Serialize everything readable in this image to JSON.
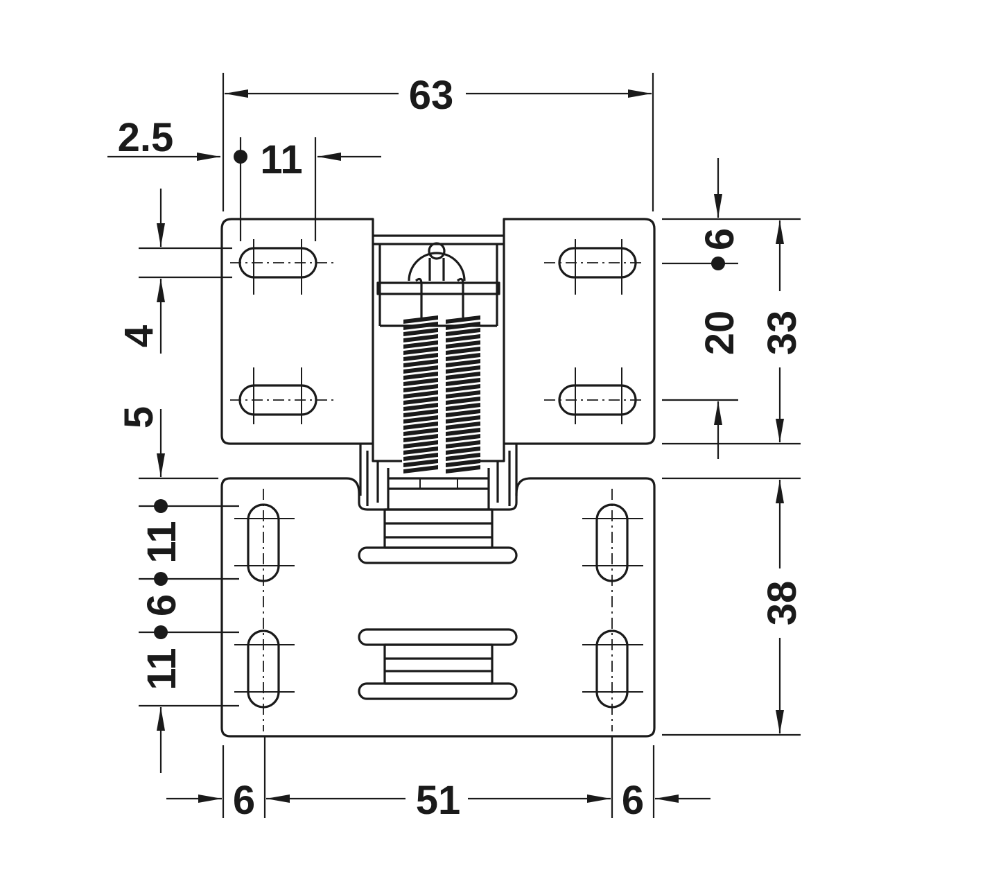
{
  "drawing": {
    "title": "Spring hinge dimension drawing",
    "colors": {
      "line": "#1a1a1a",
      "background": "#ffffff"
    },
    "dimensions": {
      "overall_width": "63",
      "edge_offset": "2.5",
      "slot_length_top": "11",
      "top_slot_from_edge": "6",
      "top_slot_spacing": "20",
      "top_plate_height": "33",
      "slot_width": "4",
      "plate_gap": "5",
      "bottom_plate_height": "38",
      "bottom_slot_length_upper": "11",
      "bottom_slot_gap": "6",
      "bottom_slot_length_lower": "11",
      "bottom_left_offset": "6",
      "bottom_slot_spacing": "51",
      "bottom_right_offset": "6"
    }
  }
}
